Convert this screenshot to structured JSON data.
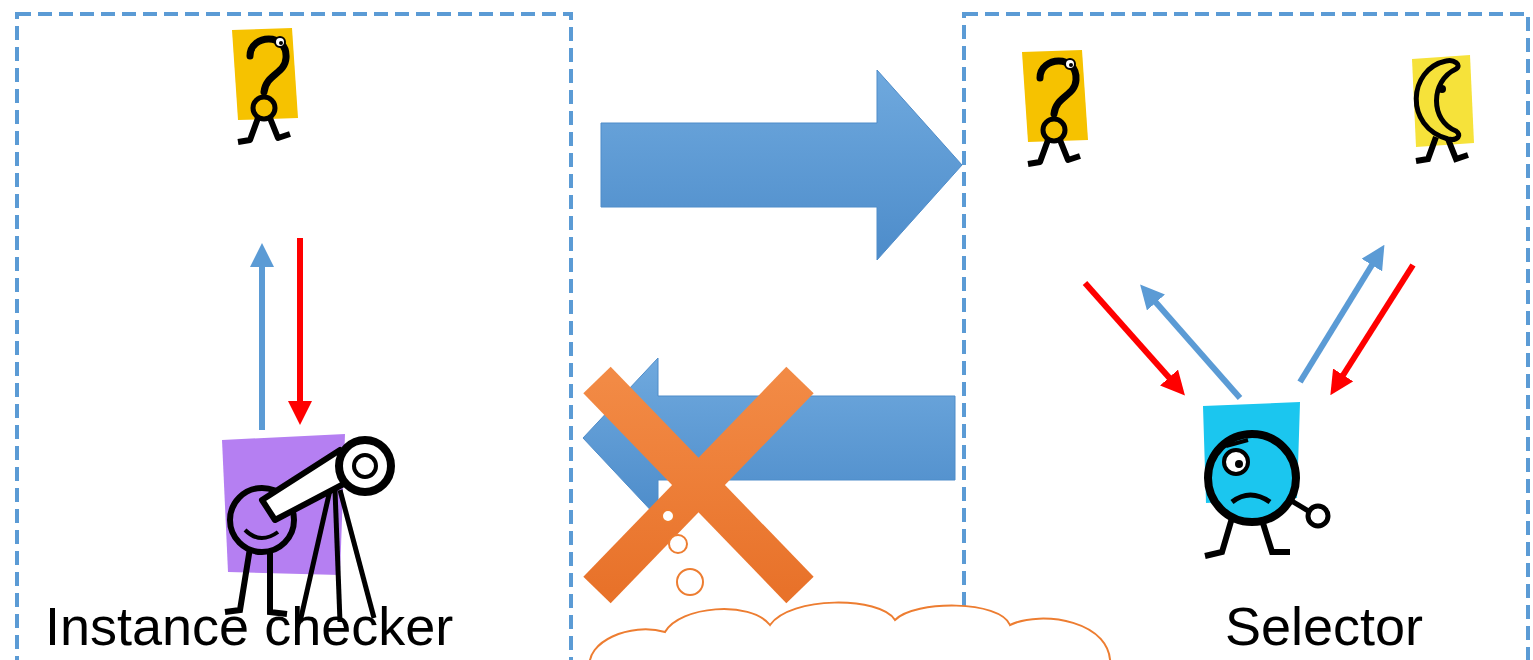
{
  "diagram": {
    "nodes": [
      {
        "text": [
          "Instance checker"
        ]
      },
      {
        "text": [
          "Selector"
        ]
      }
    ],
    "edges": [
      {
        "from": 0,
        "to": 1,
        "arrow": "to"
      },
      {
        "from": 1,
        "to": 0,
        "arrow": "to"
      }
    ]
  }
}
